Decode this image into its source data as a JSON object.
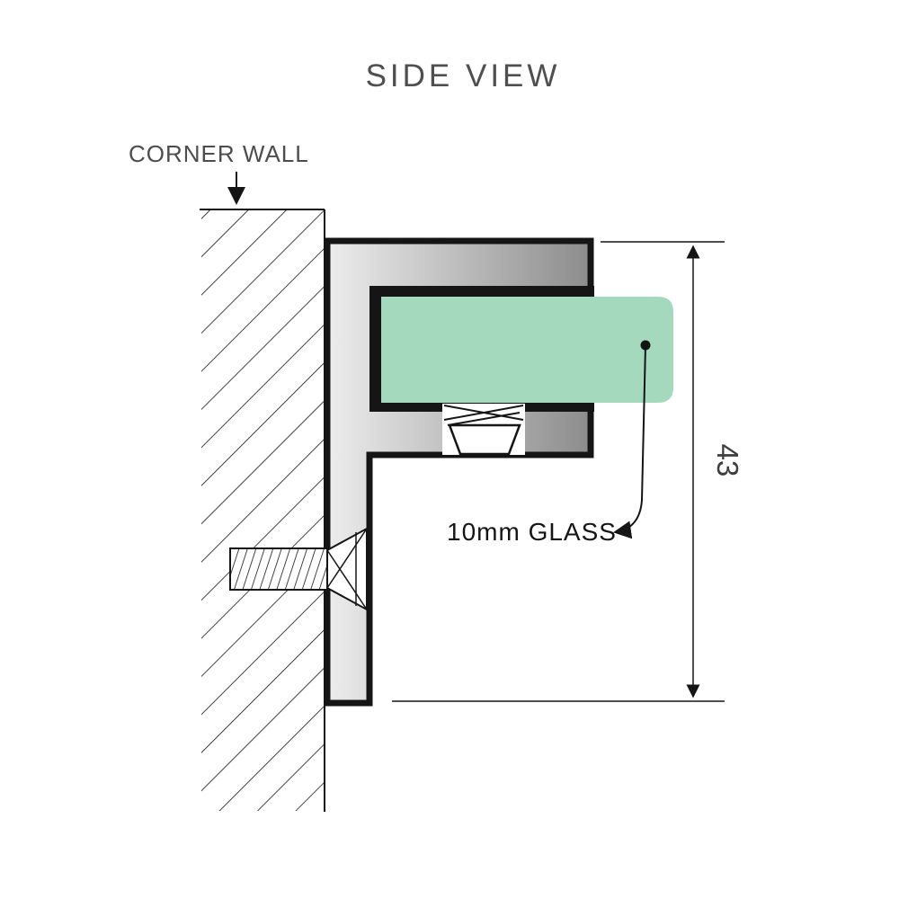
{
  "diagram": {
    "title": "SIDE VIEW",
    "labels": {
      "wall": "CORNER WALL",
      "glass": "10mm GLASS"
    },
    "dimension": {
      "value": "43"
    },
    "colors": {
      "glass_green": "#a5d9bd",
      "bracket_light": "#ededed",
      "bracket_dark": "#8c8c8c",
      "line_black": "#151515",
      "label_gray": "#4d4d4d"
    }
  }
}
